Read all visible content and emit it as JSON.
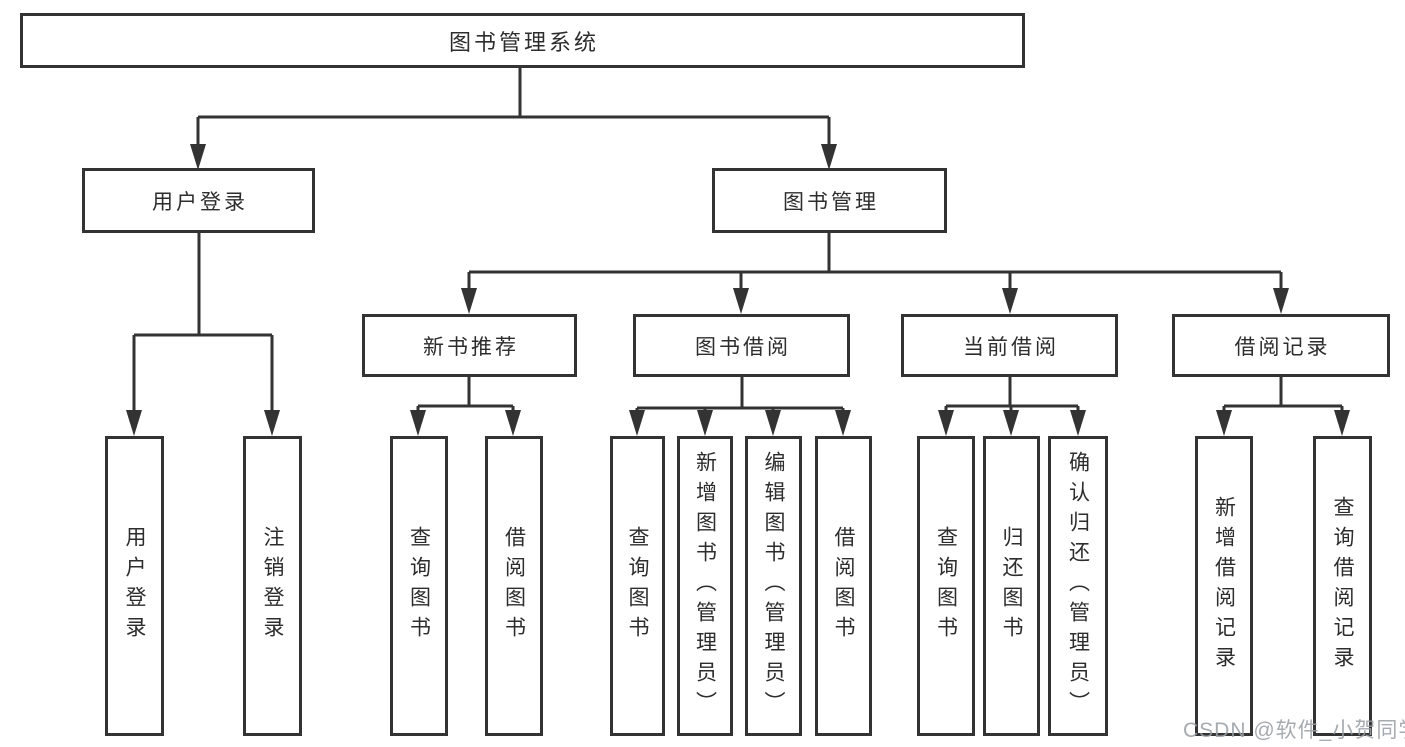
{
  "diagram": {
    "root": {
      "label": "图书管理系统"
    },
    "level2": [
      {
        "label": "用户登录"
      },
      {
        "label": "图书管理"
      }
    ],
    "level3": [
      {
        "label": "新书推荐"
      },
      {
        "label": "图书借阅"
      },
      {
        "label": "当前借阅"
      },
      {
        "label": "借阅记录"
      }
    ],
    "leaves": {
      "user_login": [
        "用户登录",
        "注销登录"
      ],
      "new_book_rec": [
        "查询图书",
        "借阅图书"
      ],
      "book_borrow": [
        "查询图书",
        "新增图书（管理员）",
        "编辑图书（管理员）",
        "借阅图书"
      ],
      "current_borrow": [
        "查询图书",
        "归还图书",
        "确认归还（管理员）"
      ],
      "borrow_records": [
        "新增借阅记录",
        "查询借阅记录"
      ]
    }
  },
  "watermark": {
    "text": "CSDN @软件_小贺同学"
  },
  "colors": {
    "line": "#333333",
    "text": "#2d2d2d",
    "watermark": "#9aa0a6",
    "background": "#ffffff"
  }
}
